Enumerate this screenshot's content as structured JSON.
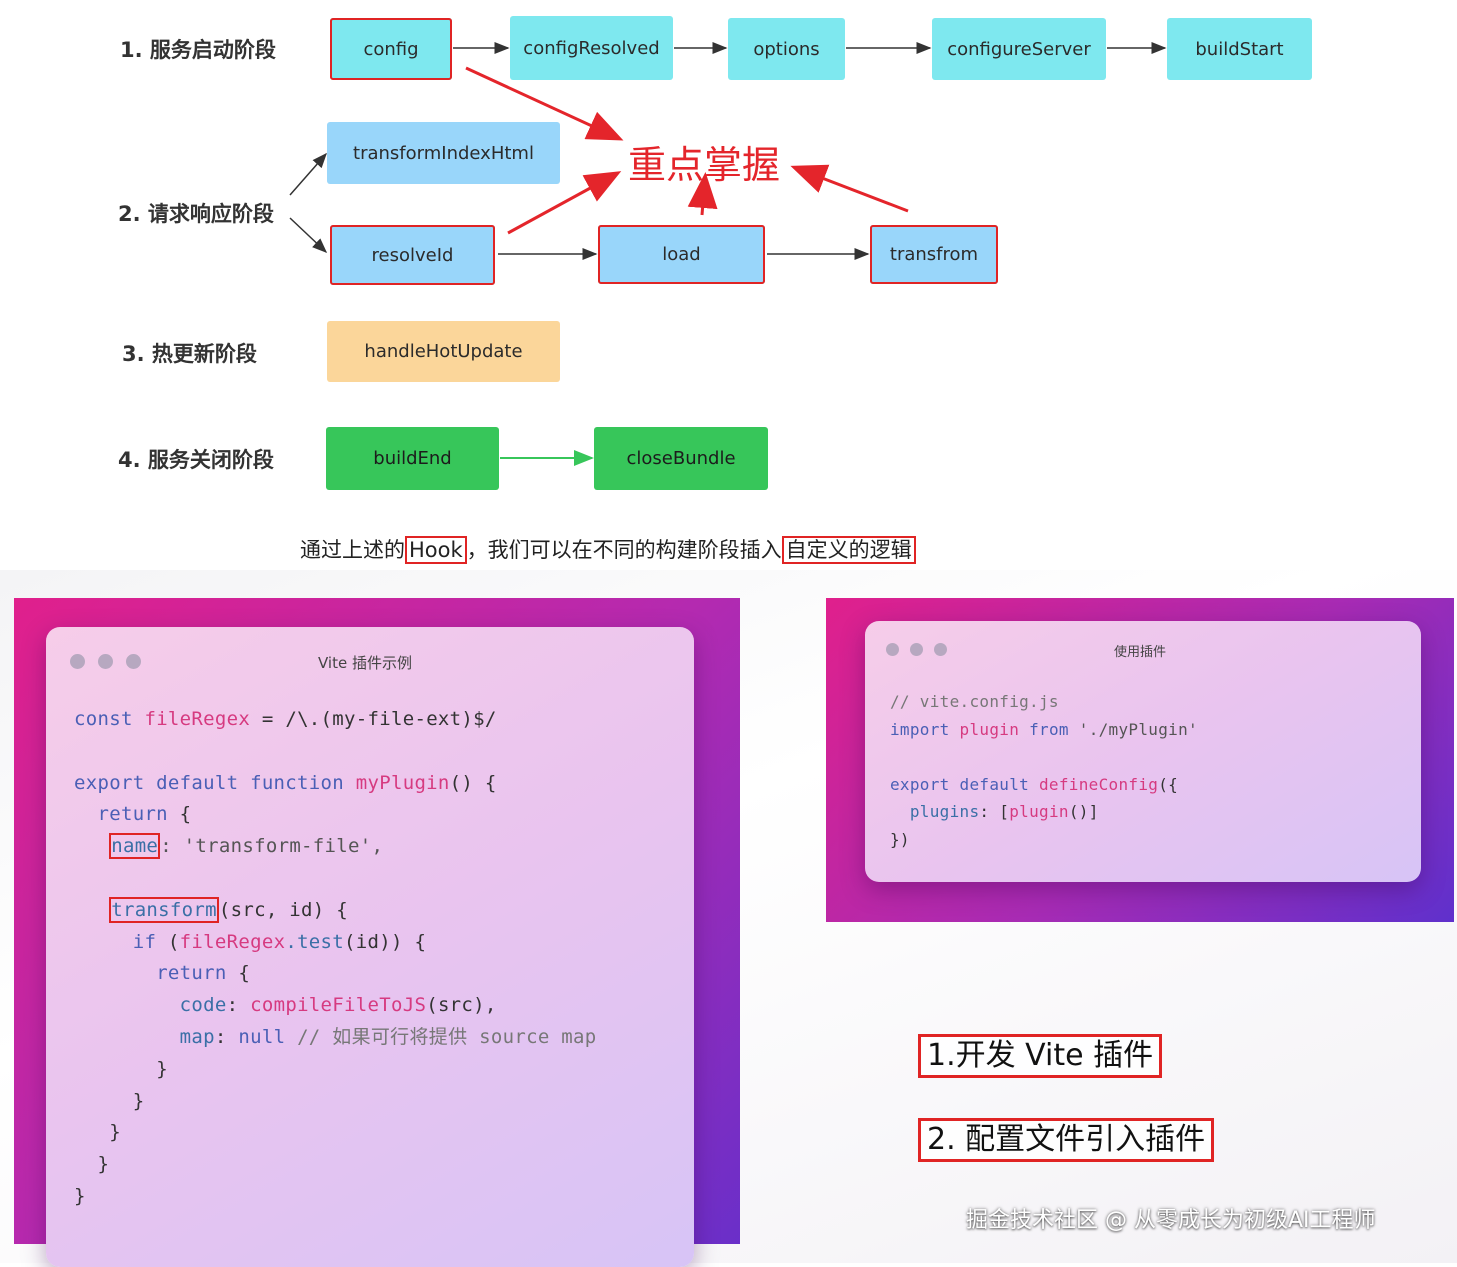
{
  "diagram": {
    "stages": {
      "s1": "1. 服务启动阶段",
      "s2": "2. 请求响应阶段",
      "s3": "3. 热更新阶段",
      "s4": "4. 服务关闭阶段"
    },
    "hooks": {
      "config": "config",
      "configResolved": "configResolved",
      "options": "options",
      "configureServer": "configureServer",
      "buildStart": "buildStart",
      "transformIndexHtml": "transformIndexHtml",
      "resolveId": "resolveId",
      "load": "load",
      "transform": "transfrom",
      "handleHotUpdate": "handleHotUpdate",
      "buildEnd": "buildEnd",
      "closeBundle": "closeBundle"
    },
    "focus_label": "重点掌握",
    "caption": {
      "pre": "通过上述的",
      "hook": "Hook",
      "mid": "，我们可以在不同的构建阶段插入",
      "custom": "自定义的逻辑"
    }
  },
  "colors": {
    "cyan": "#7ee8ef",
    "blue": "#99d6fa",
    "orange": "#fbd69a",
    "green": "#37c65a",
    "highlight": "#e02424"
  },
  "left_card": {
    "title": "Vite 插件示例",
    "code": {
      "l1_const": "const",
      "l1_name": "fileRegex",
      "l1_rest": " = /\\.(my-file-ext)$/",
      "l2_export": "export default function",
      "l2_fn": "myPlugin",
      "l2_rest": "() {",
      "l3_return": "return",
      "l3_rest": " {",
      "l4_key": "name",
      "l4_rest": ": 'transform-file',",
      "l5_key": "transform",
      "l5_rest": "(src, id) {",
      "l6_if": "if",
      "l6_open": " (",
      "l6_regex": "fileRegex",
      "l6_test": ".test",
      "l6_rest": "(id)) {",
      "l7_return": "return",
      "l7_rest": " {",
      "l8_key": "code",
      "l8_colon": ": ",
      "l8_fn": "compileFileToJS",
      "l8_rest": "(src),",
      "l9_key": "map",
      "l9_colon": ": ",
      "l9_null": "null",
      "l9_comment": " // 如果可行将提供 source map",
      "l10": "}",
      "l11": "}",
      "l12": "}",
      "l13": "}",
      "l14": "}"
    }
  },
  "right_card": {
    "title": "使用插件",
    "code": {
      "l1_comment": "// vite.config.js",
      "l2_import": "import",
      "l2_plugin": "plugin",
      "l2_from": "from",
      "l2_rest": " './myPlugin'",
      "l3_export": "export default",
      "l3_fn": "defineConfig",
      "l3_rest": "({",
      "l4_key": "plugins",
      "l4_colon": ": [",
      "l4_fn": "plugin",
      "l4_rest": "()]",
      "l5": "})"
    }
  },
  "steps": {
    "step1": "1.开发 Vite 插件",
    "step2": "2. 配置文件引入插件"
  },
  "watermark": "掘金技术社区 @ 从零成长为初级AI工程师"
}
